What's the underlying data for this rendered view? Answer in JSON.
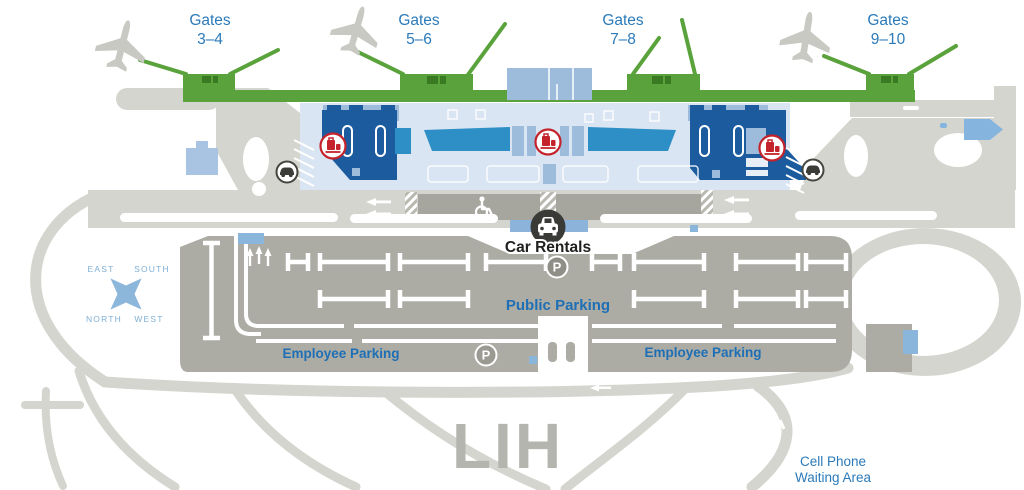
{
  "airport_code": "LIH",
  "gates": [
    {
      "line1": "Gates",
      "line2": "3–4"
    },
    {
      "line1": "Gates",
      "line2": "5–6"
    },
    {
      "line1": "Gates",
      "line2": "7–8"
    },
    {
      "line1": "Gates",
      "line2": "9–10"
    }
  ],
  "labels": {
    "car_rentals": "Car Rentals",
    "public_parking": "Public Parking",
    "employee_parking_left": "Employee Parking",
    "employee_parking_right": "Employee Parking",
    "cell_phone_line1": "Cell Phone",
    "cell_phone_line2": "Waiting Area",
    "parking_symbol": "P"
  },
  "compass": {
    "east": "EAST",
    "south": "SOUTH",
    "north": "NORTH",
    "west": "WEST"
  },
  "icons": {
    "airplane": "gray-plane-silhouette",
    "baggage_claim": "red-suitcase-in-red-ring-circle",
    "shuttle": "dark-car-in-white-circle",
    "car_rentals": "white-car-front-in-dark-circle",
    "accessible_parking": "white-wheelchair-symbol",
    "parking": "white-P-in-gray-circle",
    "exit_marker": "blue-right-arrow-pentagon"
  },
  "colors": {
    "concourse_green": "#5aa33c",
    "equipment_green": "#3a7a22",
    "terminal_dark_blue": "#1b5b9e",
    "counter_blue": "#2d8fc5",
    "steel_blue": "#9dbbdb",
    "terminal_light_blue": "#d9e5f2",
    "road_gray": "#d5d5cf",
    "parking_gray": "#acaca4",
    "label_blue": "#2b7ab9",
    "accent_red": "#c4232b",
    "airport_code_gray": "#b5b5af"
  }
}
